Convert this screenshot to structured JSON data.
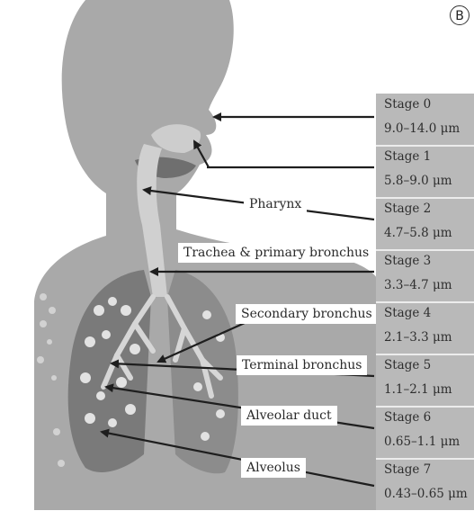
{
  "panel_letter": "B",
  "organ_labels": {
    "pharynx": "Pharynx",
    "trachea": "Trachea & primary bronchus",
    "secondary": "Secondary bronchus",
    "terminal": "Terminal bronchus",
    "alveolar_duct": "Alveolar duct",
    "alveolus": "Alveolus"
  },
  "stages": [
    {
      "name": "Stage 0",
      "range": "9.0–14.0 μm"
    },
    {
      "name": "Stage 1",
      "range": "5.8–9.0 μm"
    },
    {
      "name": "Stage 2",
      "range": "4.7–5.8 μm"
    },
    {
      "name": "Stage 3",
      "range": "3.3–4.7 μm"
    },
    {
      "name": "Stage 4",
      "range": "2.1–3.3 μm"
    },
    {
      "name": "Stage 5",
      "range": "1.1–2.1 μm"
    },
    {
      "name": "Stage 6",
      "range": "0.65–1.1 μm"
    },
    {
      "name": "Stage 7",
      "range": "0.43–0.65 μm"
    }
  ],
  "colors": {
    "background": "#ffffff",
    "body_silhouette": "#a9a9a9",
    "airway": "#c8c8c8",
    "lung": "#7a7a7a",
    "stage_panel": "#b9b9b9",
    "arrow": "#1e1e1e"
  }
}
